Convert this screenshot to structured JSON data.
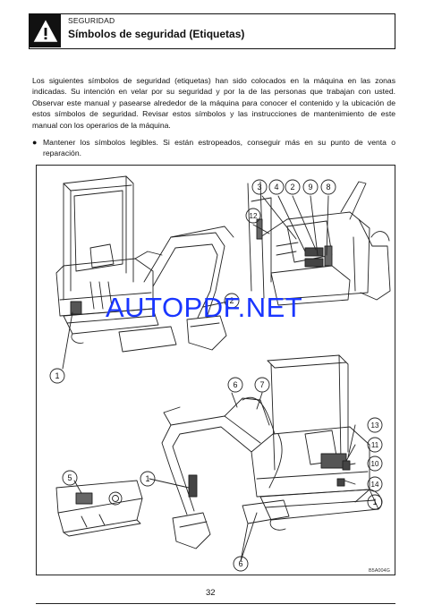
{
  "header": {
    "section": "SEGURIDAD",
    "title": "Símbolos de seguridad (Etiquetas)"
  },
  "intro": "Los siguientes símbolos de seguridad (etiquetas) han sido colocados en la máquina en las zonas indicadas. Su intención en velar por su seguridad y por la de las personas que trabajan con usted. Observar este manual y pasearse alrededor de la máquina para conocer el contenido y la ubicación de estos símbolos de seguridad. Revisar estos símbolos y las instrucciones de mantenimiento de este manual con los operarios de la máquina.",
  "bullet": {
    "symbol": "●",
    "text": "Mantener los símbolos legibles. Si están estropeados, conseguir más en su punto de venta o reparación."
  },
  "figure": {
    "callouts": {
      "c1a": "1",
      "c1b": "1",
      "c1c": "1",
      "c2": "2",
      "c3": "3",
      "c4": "4",
      "c5": "5",
      "c6a": "6",
      "c6b": "6",
      "c7": "7",
      "c8": "8",
      "c9": "9",
      "c10": "10",
      "c11": "11",
      "c12": "12",
      "c13": "13",
      "c14": "14"
    },
    "code": "B5A004G",
    "watermark": "AUTOPDF.NET"
  },
  "page_number": "32",
  "icons": {
    "header": "warning-triangle-icon"
  }
}
